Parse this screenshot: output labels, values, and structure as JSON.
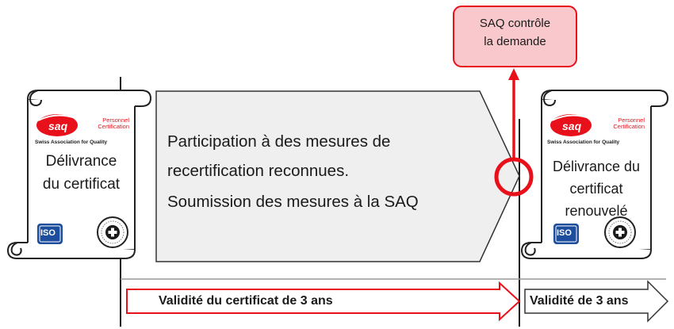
{
  "callout": {
    "line1": "SAQ contrôle",
    "line2": "la demande"
  },
  "left_certificate": {
    "logo": {
      "brand": "saq",
      "org_line1": "Personnel",
      "org_line2": "Certification",
      "subtitle": "Swiss Association for Quality"
    },
    "title_line1": "Délivrance",
    "title_line2": "du certificat",
    "badges": [
      "iso-badge",
      "swiss-seal-badge"
    ]
  },
  "right_certificate": {
    "logo": {
      "brand": "saq",
      "org_line1": "Personnel",
      "org_line2": "Certification",
      "subtitle": "Swiss Association for Quality"
    },
    "title_line1": "Délivrance du",
    "title_line2": "certificat",
    "title_line3": "renouvelé",
    "badges": [
      "iso-badge",
      "swiss-seal-badge"
    ]
  },
  "process": {
    "line1": "Participation à des mesures de",
    "line2": "recertification reconnues.",
    "line3": "Soumission des mesures à la SAQ"
  },
  "validity": {
    "current": "Validité du certificat de 3 ans",
    "next": "Validité de 3 ans"
  },
  "colors": {
    "accent_red": "#e8101a",
    "callout_fill": "#f9c8cc",
    "process_fill": "#efefef",
    "outline": "#333333"
  }
}
